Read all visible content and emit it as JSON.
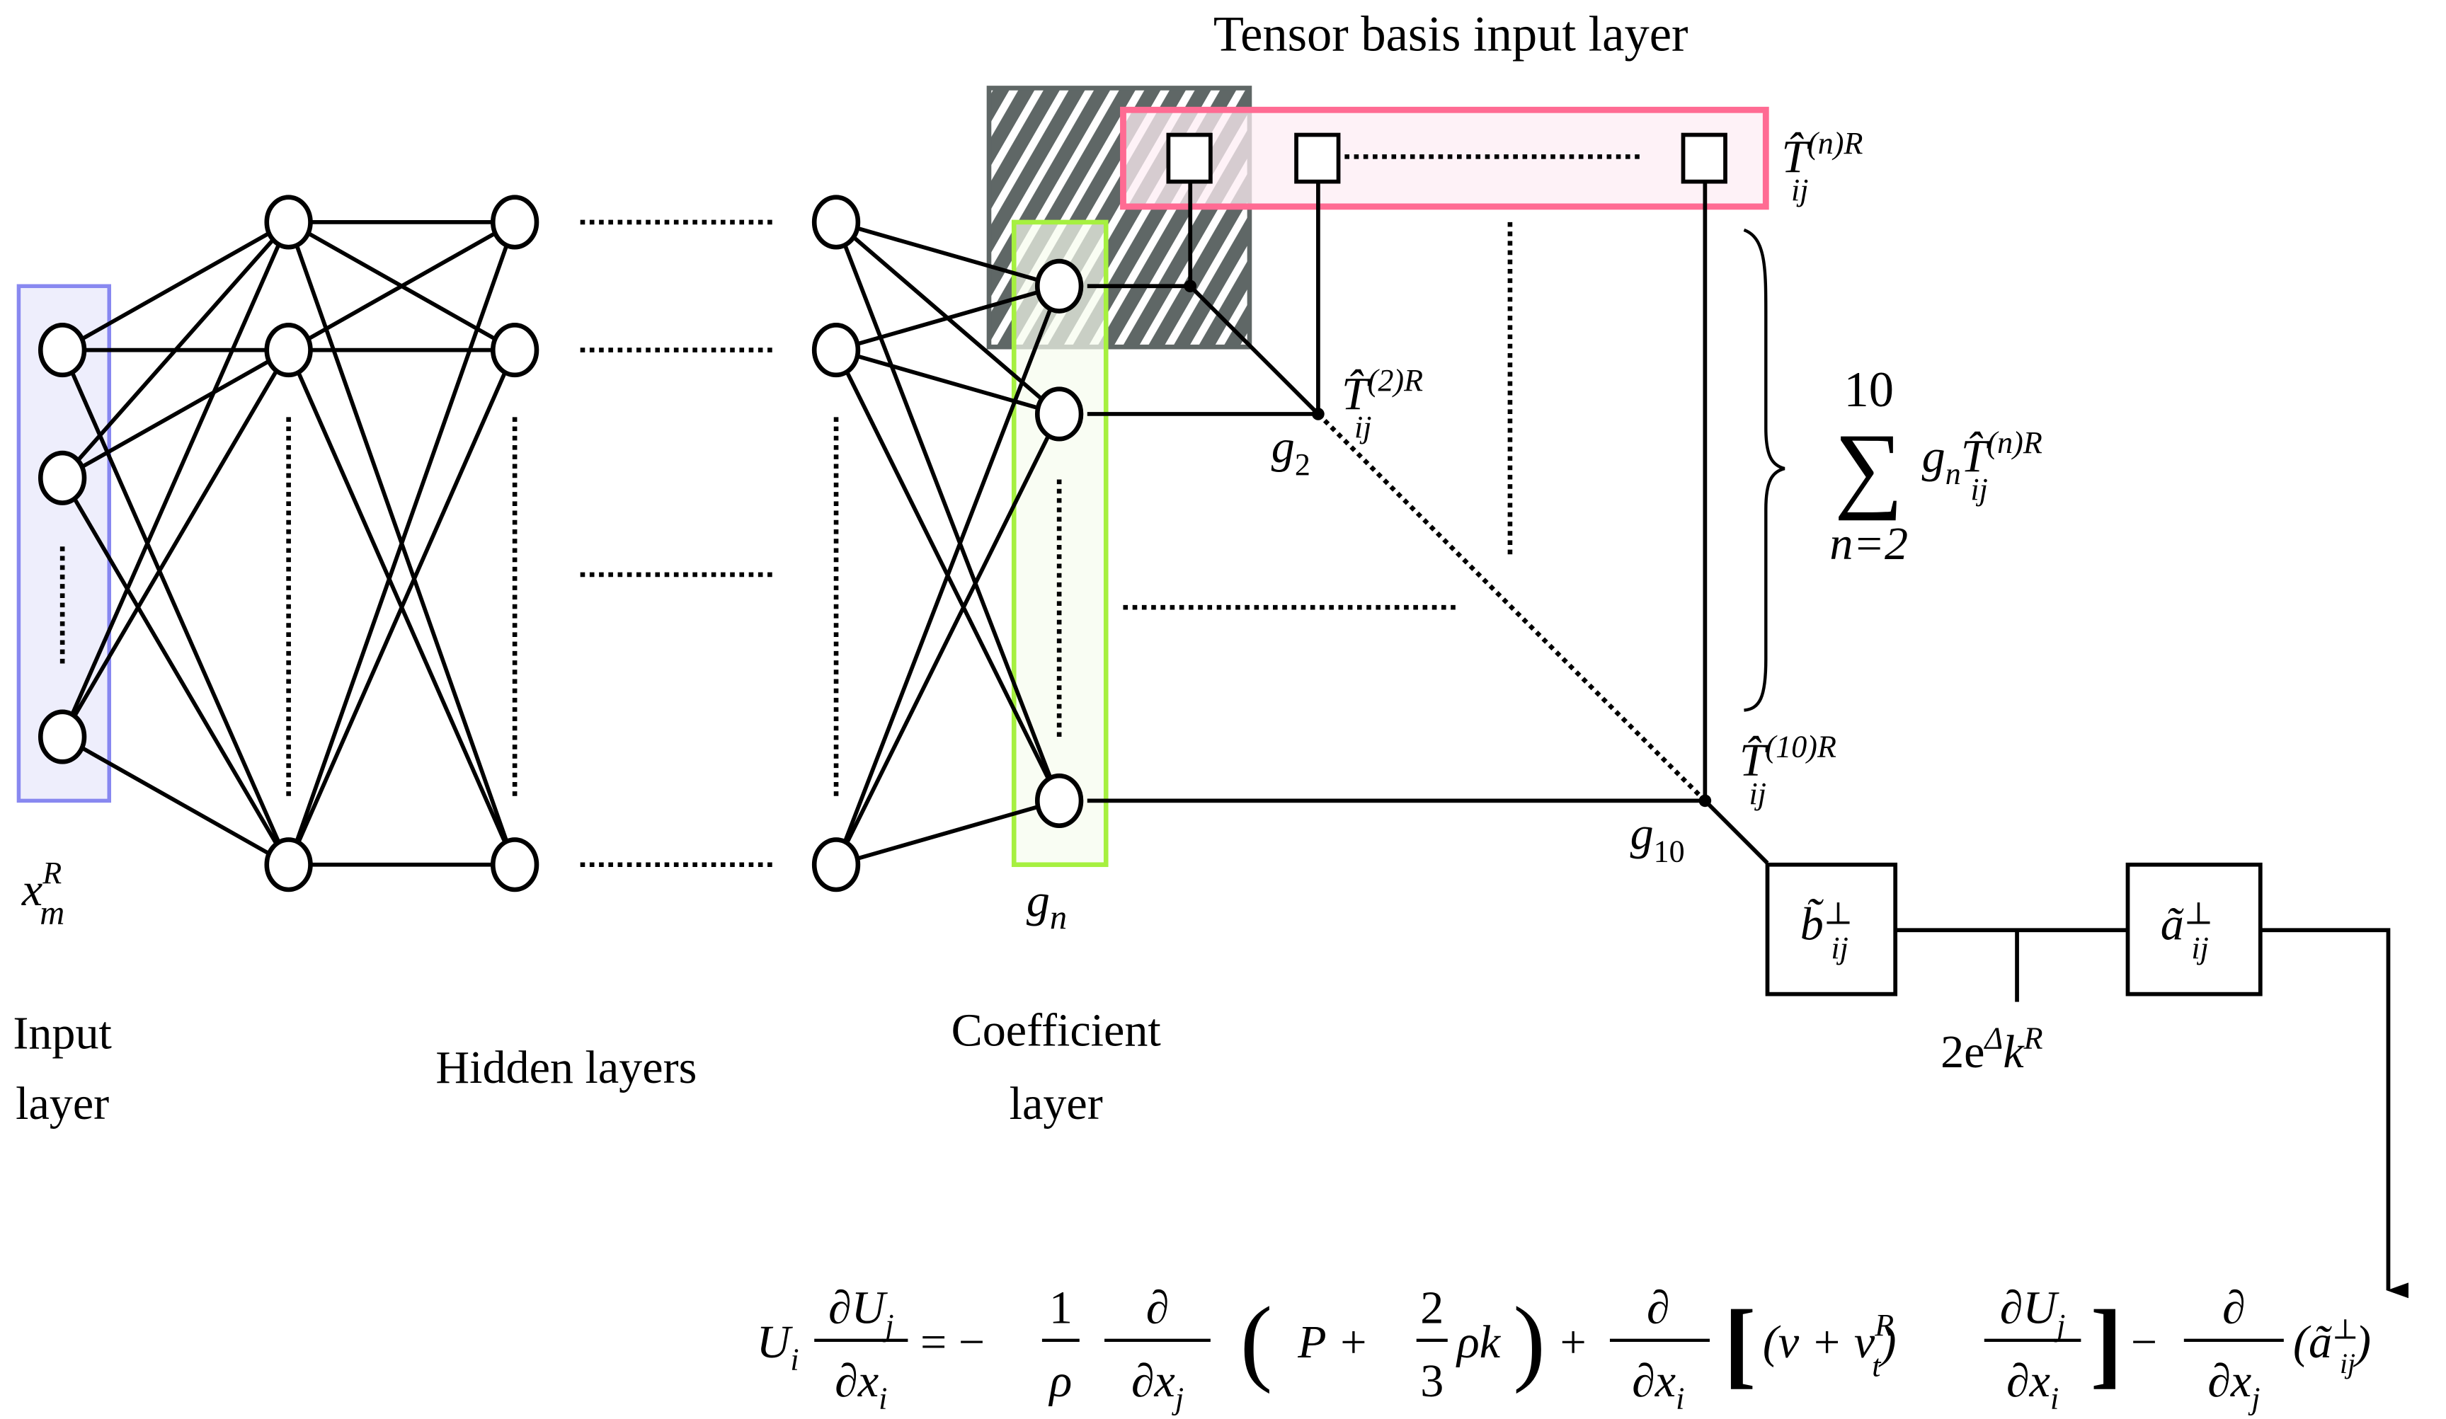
{
  "title": "Tensor basis input layer",
  "labels": {
    "input_var": "x",
    "input_var_sup": "R",
    "input_var_sub": "m",
    "input_layer": [
      "Input",
      "layer"
    ],
    "hidden_layers": "Hidden layers",
    "coefficient_layer": [
      "Coefficient",
      "layer"
    ],
    "coef_var": "g",
    "coef_var_sub": "n",
    "g2": "g",
    "g2_sub": "2",
    "g10": "g",
    "g10_sub": "10",
    "T_n": "T̂",
    "T_n_sup": "(n)R",
    "T_n_sub": "ij",
    "T_2": "T̂",
    "T_2_sup": "(2)R",
    "T_2_sub": "ij",
    "T_10": "T̂",
    "T_10_sup": "(10)R",
    "T_10_sub": "ij",
    "sum_top": "10",
    "sum_symbol": "∑",
    "sum_bottom": "n=2",
    "sum_body": "g",
    "sum_body_sub": "n",
    "sum_T": "T̂",
    "sum_T_sup": "(n)R",
    "sum_T_sub": "ij",
    "b_box": "b̃",
    "b_box_sup": "⊥",
    "b_box_sub": "ij",
    "a_box": "ã",
    "a_box_sup": "⊥",
    "a_box_sub": "ij",
    "scale_label": "2e",
    "scale_label_sup": "Δ",
    "scale_label_k": "k",
    "scale_label_k_sup": "R"
  },
  "equation": {
    "lhs_U": "U",
    "lhs_U_sub": "i",
    "frac1_num": "∂U",
    "frac1_num_sub": "j",
    "frac1_den": "∂x",
    "frac1_den_sub": "i",
    "eq": "= −",
    "frac2_num": "1",
    "frac2_den": "ρ",
    "frac3_num": "∂",
    "frac3_den": "∂x",
    "frac3_den_sub": "j",
    "paren_open": "(",
    "P": "P +",
    "frac4_num": "2",
    "frac4_den": "3",
    "rho_k": "ρk",
    "paren_close": ")",
    "plus": "+",
    "frac5_num": "∂",
    "frac5_den": "∂x",
    "frac5_den_sub": "i",
    "bracket_open": "[",
    "nu": "(ν +  ν",
    "nu_sup": "R",
    "nu_sub": "t",
    "nu_close": ")",
    "frac6_num": "∂U",
    "frac6_num_sub": "j",
    "frac6_den": "∂x",
    "frac6_den_sub": "i",
    "bracket_close": "]",
    "minus": "−",
    "frac7_num": "∂",
    "frac7_den": "∂x",
    "frac7_den_sub": "j",
    "a_term": "(ã",
    "a_term_sup": "⊥",
    "a_term_sub": "ij",
    "a_close": ")"
  },
  "colors": {
    "input_box_fill": "#eeeefc",
    "input_box_stroke": "#8888f0",
    "coef_box_fill": "#f6fcee",
    "coef_box_stroke": "#a6f040",
    "tensor_box_fill": "#fdeef4",
    "tensor_box_stroke": "#ff6b93",
    "hatch_fill": "#5f6766"
  }
}
